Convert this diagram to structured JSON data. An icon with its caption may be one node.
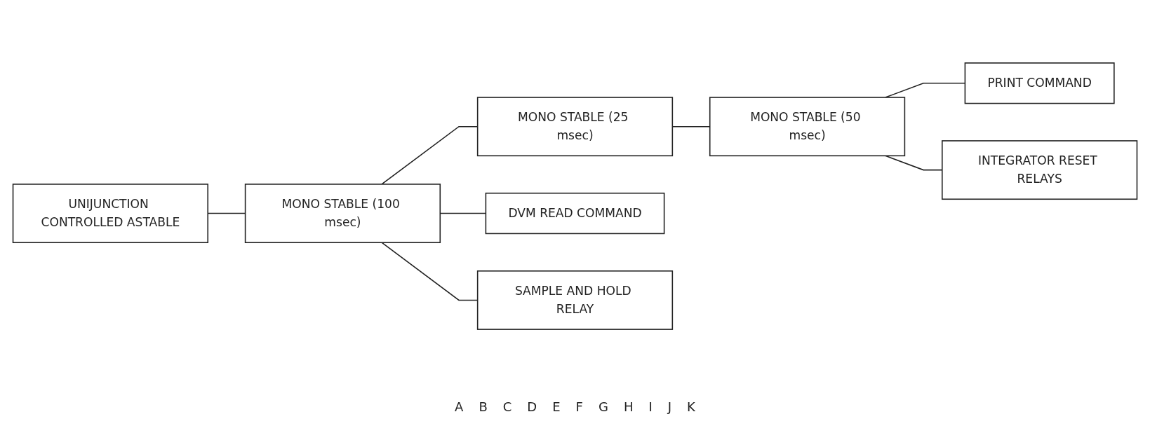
{
  "diagram": {
    "nodes": [
      {
        "text": [
          "UNIJUNCTION CONTROLLED ASTABLE"
        ]
      },
      {
        "text": [
          "MONO STABLE (100 msec)"
        ]
      },
      {
        "text": [
          "MONO STABLE (25 msec)"
        ]
      },
      {
        "text": [
          "MONO STABLE (50 msec)"
        ]
      },
      {
        "text": [
          "DVM READ COMMAND"
        ]
      },
      {
        "text": [
          "SAMPLE AND HOLD RELAY"
        ]
      },
      {
        "text": [
          "PRINT COMMAND"
        ]
      },
      {
        "text": [
          "INTEGRATOR RESET RELAYS"
        ]
      }
    ],
    "edges": [
      {
        "from": 0,
        "to": 1,
        "arrow": "none"
      },
      {
        "from": 1,
        "to": 2,
        "arrow": "none"
      },
      {
        "from": 1,
        "to": 4,
        "arrow": "none"
      },
      {
        "from": 1,
        "to": 5,
        "arrow": "none"
      },
      {
        "from": 2,
        "to": 3,
        "arrow": "none"
      },
      {
        "from": 3,
        "to": 6,
        "arrow": "none"
      },
      {
        "from": 3,
        "to": 7,
        "arrow": "none"
      }
    ],
    "labels": [
      "A",
      "B",
      "C",
      "D",
      "E",
      "F",
      "G",
      "H",
      "I",
      "J",
      "K"
    ]
  }
}
